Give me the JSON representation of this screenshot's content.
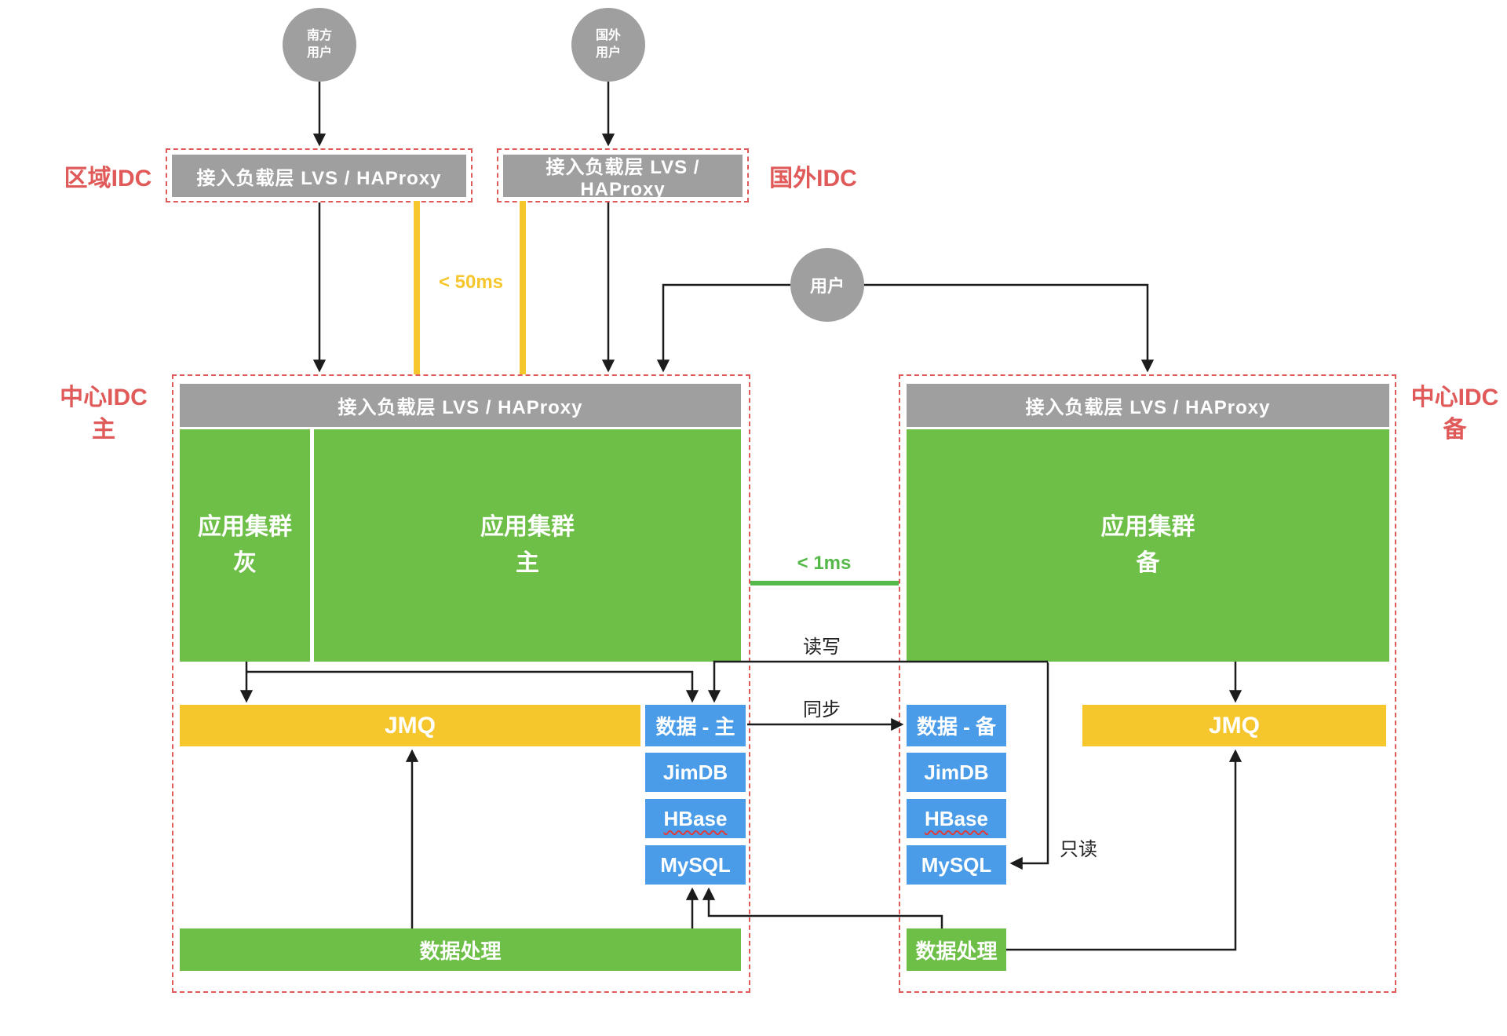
{
  "users": {
    "south": [
      "南方",
      "用户"
    ],
    "foreign": [
      "国外",
      "用户"
    ],
    "generic": "用户"
  },
  "regional_idc": {
    "label": "区域IDC",
    "lvs": "接入负载层 LVS  / HAProxy"
  },
  "foreign_idc": {
    "label": "国外IDC",
    "lvs": "接入负载层 LVS  / HAProxy"
  },
  "central_primary": {
    "label": [
      "中心IDC",
      "主"
    ],
    "lvs": "接入负载层 LVS  / HAProxy",
    "cluster_gray": [
      "应用集群",
      "灰"
    ],
    "cluster_main": [
      "应用集群",
      "主"
    ],
    "jmq": "JMQ",
    "data": {
      "title": "数据 - 主",
      "items": [
        "JimDB",
        "HBase",
        "MySQL"
      ]
    },
    "processing": "数据处理"
  },
  "central_backup": {
    "label": [
      "中心IDC",
      "备"
    ],
    "lvs": "接入负载层 LVS  / HAProxy",
    "cluster": [
      "应用集群",
      "备"
    ],
    "jmq": "JMQ",
    "data": {
      "title": "数据 - 备",
      "items": [
        "JimDB",
        "HBase",
        "MySQL"
      ]
    },
    "processing": "数据处理"
  },
  "edge_labels": {
    "latency_regional": "< 50ms",
    "latency_cross_idc": "< 1ms",
    "read_write": "读写",
    "sync": "同步",
    "read_only": "只读"
  },
  "colors": {
    "idc_red": "#e05a5a",
    "node_gray": "#9f9f9f",
    "node_green": "#6dbf47",
    "node_yellow": "#f6c62d",
    "node_blue": "#4a9ce8",
    "latency_yellow": "#f6c62d",
    "latency_green": "#54b948",
    "wire_black": "#1c1c1c"
  }
}
